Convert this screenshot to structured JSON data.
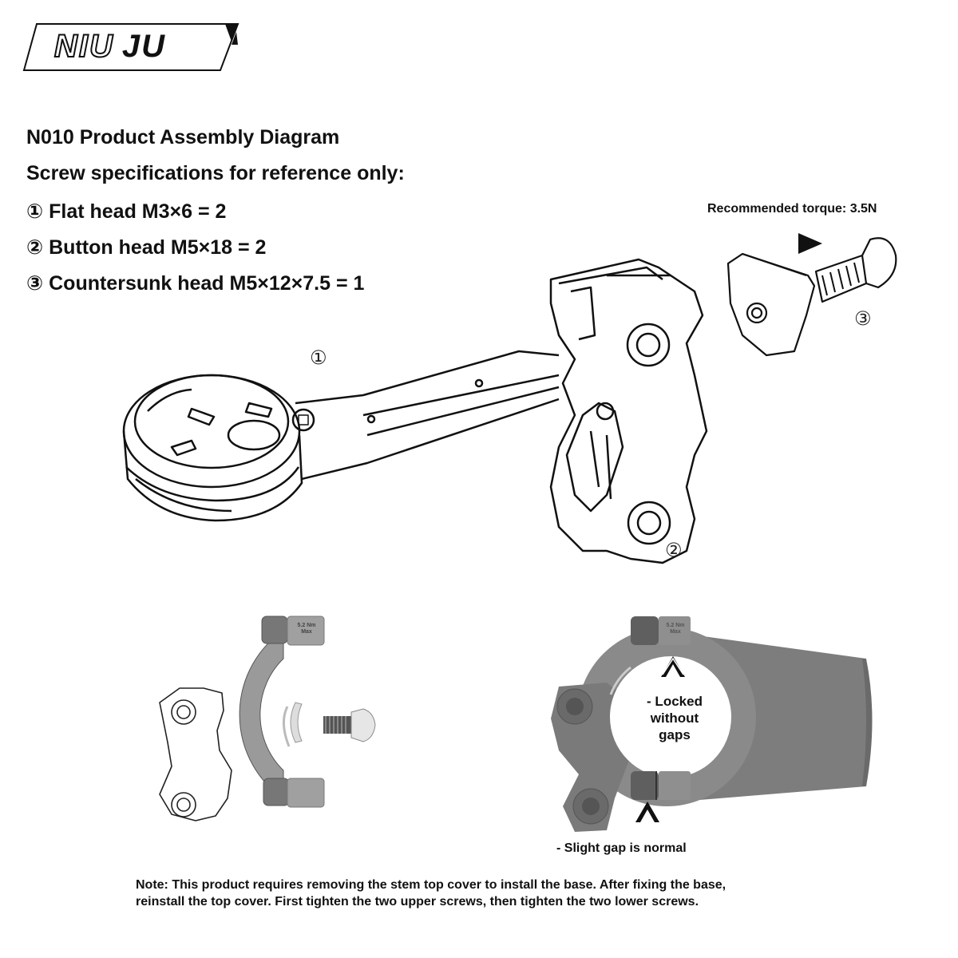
{
  "brand": {
    "logo_text_left": "NIU",
    "logo_text_right": "JU"
  },
  "specs": {
    "title": "N010 Product Assembly Diagram",
    "subtitle": "Screw specifications for reference only:",
    "items": [
      "① Flat head M3×6 = 2",
      "② Button head M5×18 = 2",
      "③ Countersunk head M5×12×7.5 = 1"
    ]
  },
  "torque": "Recommended torque: 3.5N",
  "callouts": {
    "one": "①",
    "two": "②",
    "three": "③"
  },
  "clamp_marks": {
    "torque_value": "5.2 Nm",
    "torque_max": "Max"
  },
  "labels": {
    "locked_line1": "- Locked",
    "locked_line2": "without",
    "locked_line3": "gaps",
    "slight_gap": "- Slight gap is normal"
  },
  "note": {
    "line1": "Note: This product requires removing the stem top cover to install the base. After fixing the base,",
    "line2": "reinstall the top cover. First tighten the two upper screws, then tighten the two lower screws."
  },
  "colors": {
    "ink": "#111111",
    "gray_part": "#8a8a8a",
    "light_gray": "#bdbdbd"
  }
}
